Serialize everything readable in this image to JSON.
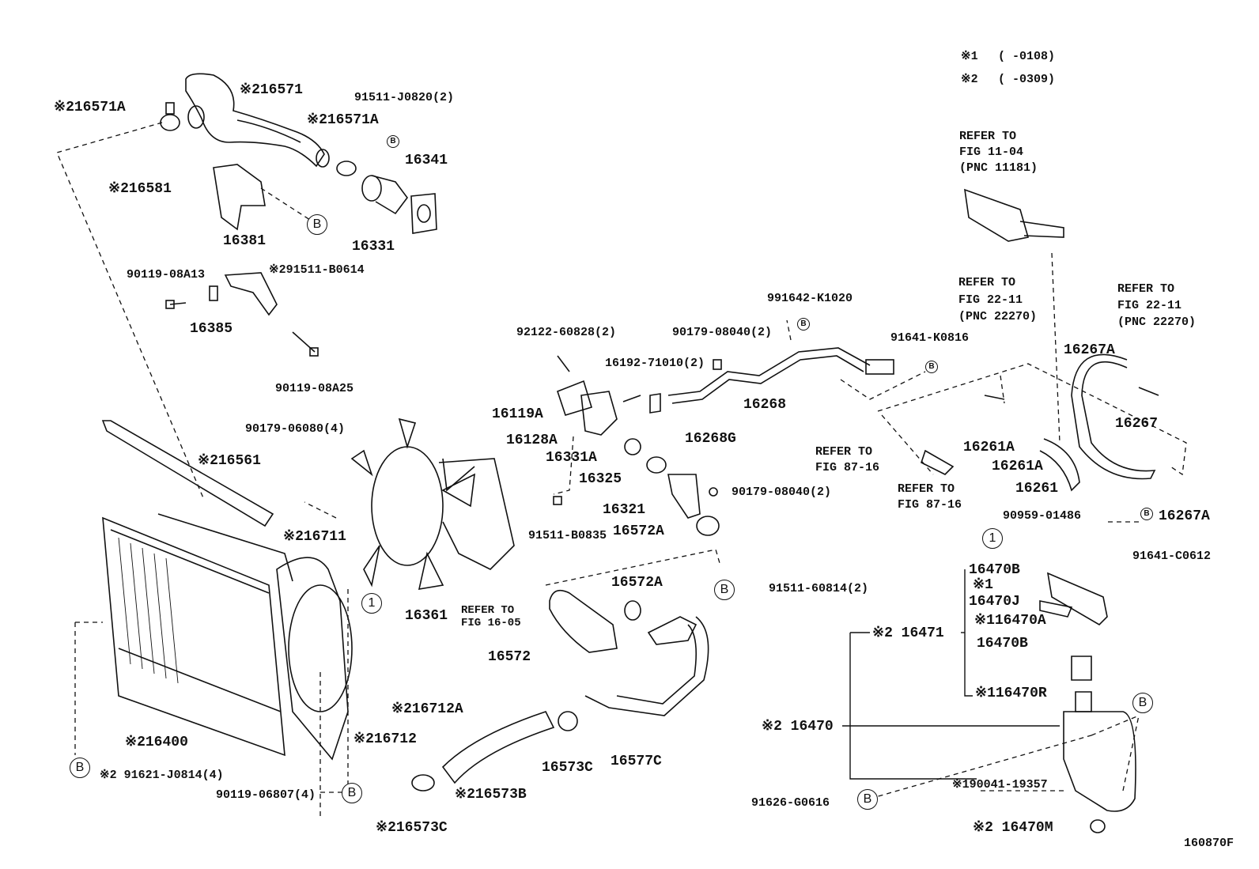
{
  "legend": {
    "note1_mark": "※1",
    "note1_range": "(      -0108)",
    "note2_mark": "※2",
    "note2_range": "(      -0309)"
  },
  "refer": {
    "fig11": [
      "REFER TO",
      "FIG 11-04",
      "(PNC 11181)"
    ],
    "fig22a": [
      "REFER TO",
      "FIG 22-11",
      "(PNC 22270)"
    ],
    "fig22b": [
      "REFER TO",
      "FIG 22-11",
      "(PNC 22270)"
    ],
    "fig87a": [
      "REFER TO",
      "FIG 87-16"
    ],
    "fig87b": [
      "REFER TO",
      "FIG 87-16"
    ],
    "fig1605": [
      "REFER TO",
      "FIG 16-05"
    ]
  },
  "labels": {
    "p16571A_top": "※216571A",
    "p16571": "※216571",
    "p16571A_mid": "※216571A",
    "p91511J0820": "91511-J0820(2)",
    "p16341": "16341",
    "p16581": "※216581",
    "p16331": "16331",
    "p16381": "16381",
    "p91511B0614": "※291511-B0614",
    "p9011908A13": "90119-08A13",
    "p16385": "16385",
    "p9011908A25": "90119-08A25",
    "p9017906080": "90179-06080(4)",
    "p16561": "※216561",
    "p16711": "※216711",
    "p16361": "16361",
    "p16400": "※216400",
    "p16712A": "※216712A",
    "p16712": "※216712",
    "p91621J0814": "※2 91621-J0814(4)",
    "p9011906807": "90119-06807(4)",
    "p9212260828": "92122-60828(2)",
    "p1619271010": "16192-71010(2)",
    "p9017908040a": "90179-08040(2)",
    "p991642K1020": "991642-K1020",
    "p16119A": "16119A",
    "p16128A": "16128A",
    "p16331A": "16331A",
    "p16325": "16325",
    "p16321": "16321",
    "p9017908040b": "90179-08040(2)",
    "p91511B0835": "91511-B0835",
    "p16572A_a": "16572A",
    "p16268": "16268",
    "p16268G": "16268G",
    "p91641K0816": "91641-K0816",
    "p16267A_a": "16267A",
    "p16267": "16267",
    "p16261A_a": "16261A",
    "p16261A_b": "16261A",
    "p16261": "16261",
    "p9095901486": "90959-01486",
    "p16267A_b": "16267A",
    "p91641C0612": "91641-C0612",
    "p16572A_b": "16572A",
    "p9151160814": "91511-60814(2)",
    "p16572": "16572",
    "p16573C_a": "16573C",
    "p16577C": "16577C",
    "p16573B": "※216573B",
    "p16573C_b": "※216573C",
    "p16470B_a": "16470B",
    "p16470J_mark": "※1",
    "p16470J": "16470J",
    "p16470A": "※116470A",
    "p16471": "※2 16471",
    "p16470B_b": "16470B",
    "p16470R": "※116470R",
    "p16470": "※2 16470",
    "p9004119357": "※190041-19357",
    "p91626G0616": "91626-G0616",
    "p16470M": "※2 16470M",
    "figure_code": "160870F"
  },
  "callouts": {
    "B": "B",
    "one": "1"
  }
}
